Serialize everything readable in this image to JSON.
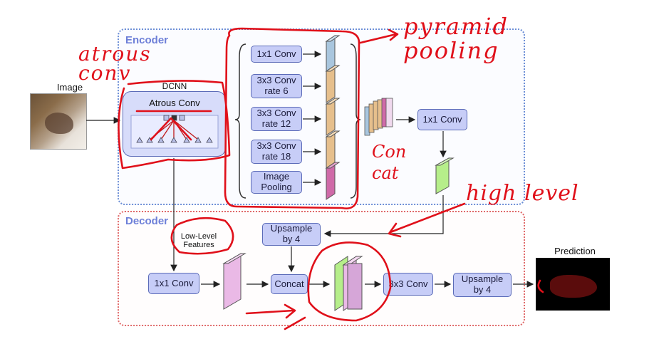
{
  "encoder": {
    "label": "Encoder",
    "image_label": "Image",
    "dcnn_label": "DCNN",
    "atrous_label": "Atrous Conv",
    "branches": [
      {
        "text": "1x1 Conv",
        "color": "#a9c6de"
      },
      {
        "text": "3x3 Conv\nrate 6",
        "color": "#e6bf8c"
      },
      {
        "text": "3x3 Conv\nrate 12",
        "color": "#e6bf8c"
      },
      {
        "text": "3x3 Conv\nrate 18",
        "color": "#e6bf8c"
      },
      {
        "text": "Image\nPooling",
        "color": "#cf6aa8"
      }
    ],
    "post_concat_conv": "1x1 Conv"
  },
  "decoder": {
    "label": "Decoder",
    "low_level_features": "Low-Level\nFeatures",
    "upsample_top": "Upsample\nby 4",
    "conv_1x1": "1x1 Conv",
    "concat": "Concat",
    "conv_3x3": "3x3 Conv",
    "upsample_bottom": "Upsample\nby 4",
    "prediction_label": "Prediction"
  },
  "annotations": {
    "atrous": "atrous\nconv",
    "pyramid": "pyramid\npooling",
    "concat": "Con\ncat",
    "highlevel": "high level"
  },
  "colors": {
    "box_fill": "#c7cdf7",
    "box_border": "#5b6bb8",
    "annotation_red": "#e0101a",
    "feature_green": "#b6ee8a",
    "feature_pink": "#eab9e6"
  }
}
